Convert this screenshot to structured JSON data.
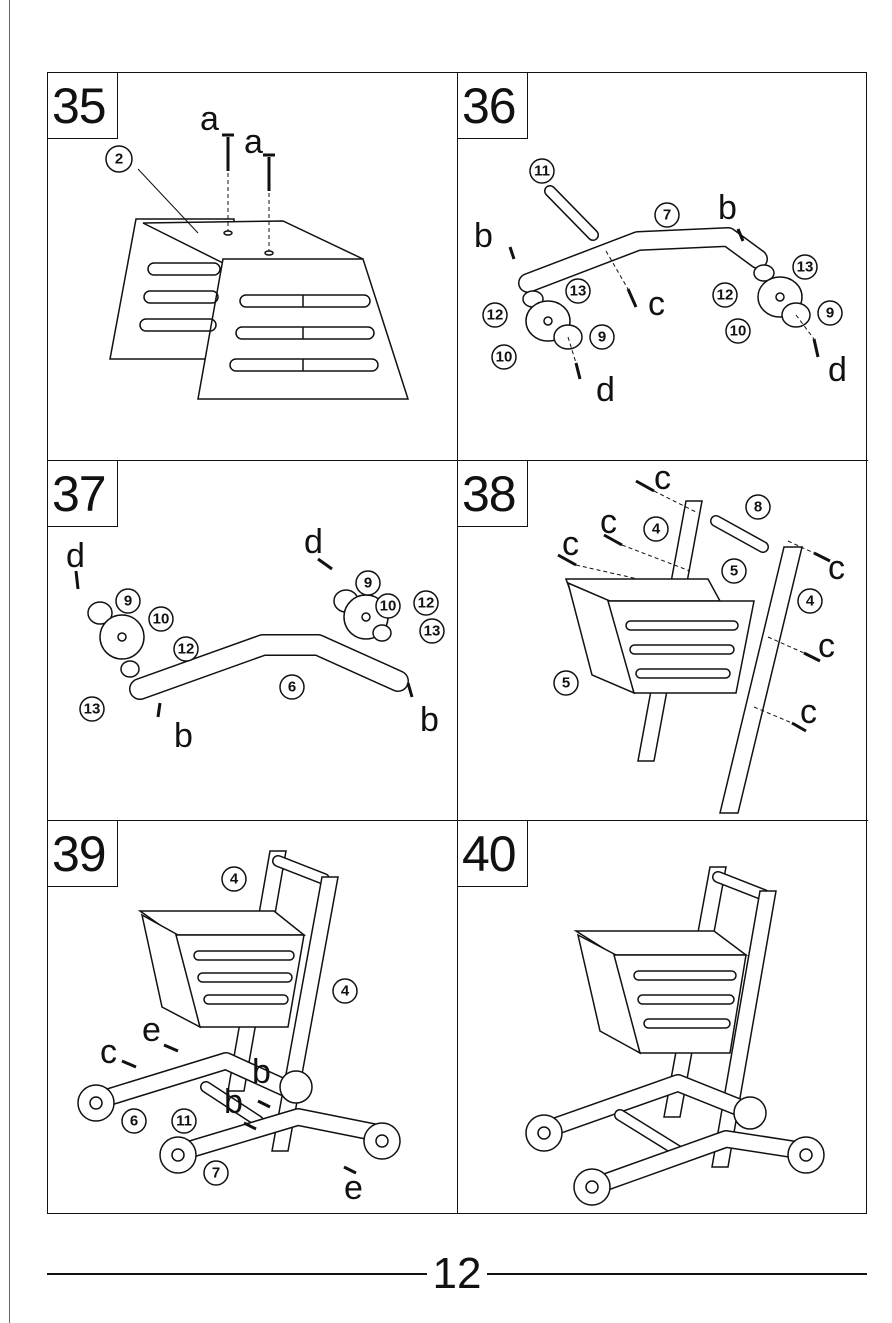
{
  "page": {
    "number": "12"
  },
  "steps": [
    {
      "id": "35",
      "labels": [
        "a",
        "a"
      ],
      "parts": [
        "2"
      ]
    },
    {
      "id": "36",
      "labels": [
        "b",
        "b",
        "c",
        "d",
        "d"
      ],
      "parts": [
        "11",
        "7",
        "13",
        "12",
        "9",
        "10",
        "13",
        "12",
        "10",
        "9"
      ]
    },
    {
      "id": "37",
      "labels": [
        "d",
        "d",
        "b",
        "b"
      ],
      "parts": [
        "9",
        "10",
        "12",
        "13",
        "9",
        "10",
        "12",
        "13",
        "6"
      ]
    },
    {
      "id": "38",
      "labels": [
        "c",
        "c",
        "c",
        "c",
        "c",
        "c"
      ],
      "parts": [
        "8",
        "4",
        "5",
        "5",
        "4"
      ]
    },
    {
      "id": "39",
      "labels": [
        "e",
        "c",
        "b",
        "b",
        "e"
      ],
      "parts": [
        "4",
        "4",
        "6",
        "11",
        "7"
      ]
    },
    {
      "id": "40",
      "labels": [],
      "parts": []
    }
  ]
}
